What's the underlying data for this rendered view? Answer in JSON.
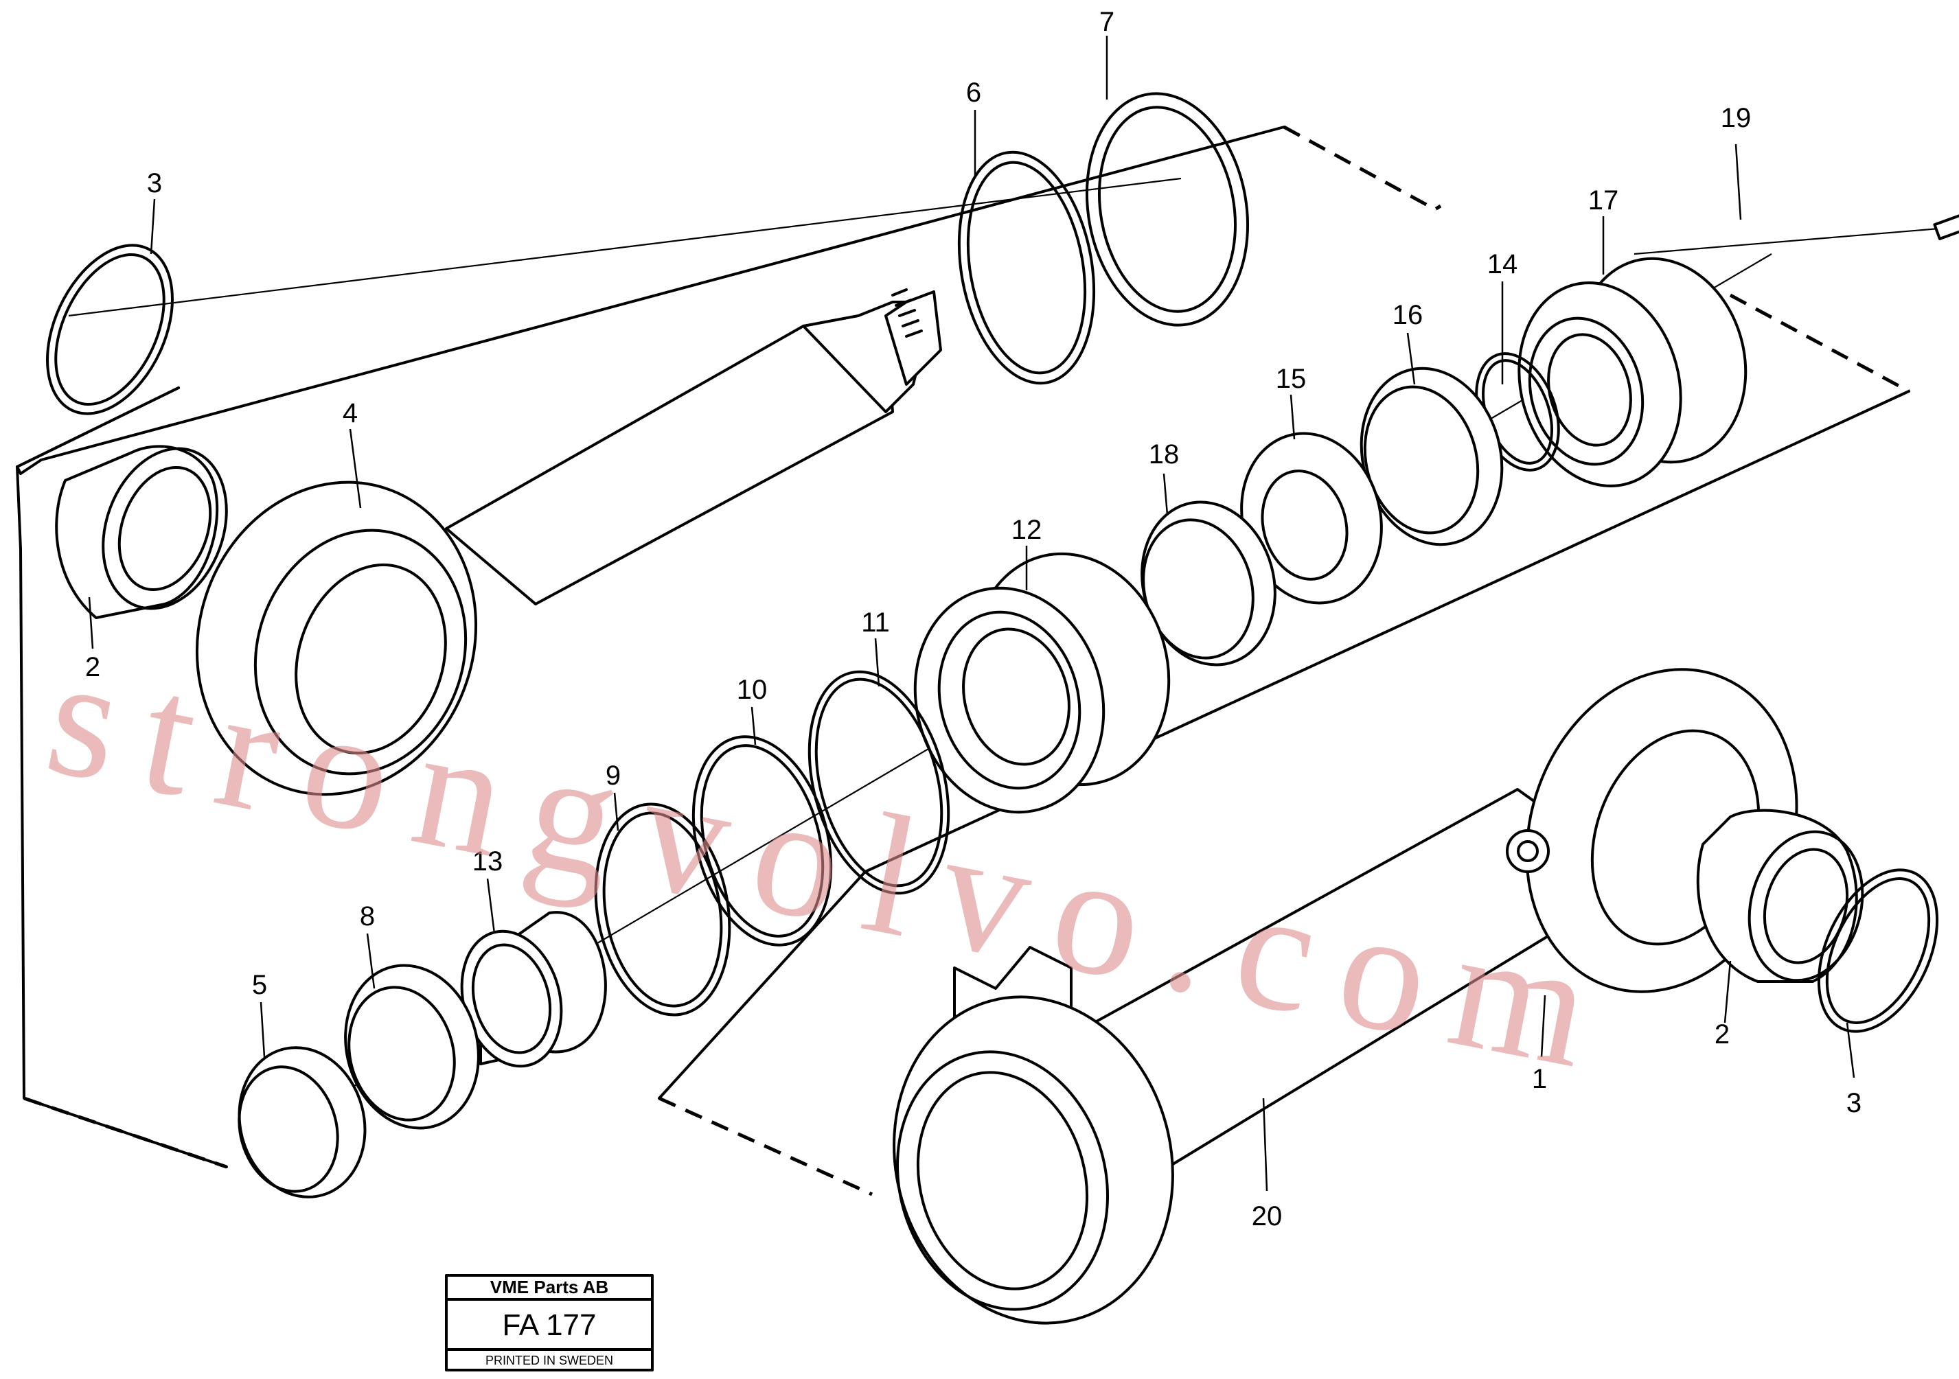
{
  "watermark": "strongvolvo.com",
  "callouts": {
    "c1": "1",
    "c2a": "2",
    "c2b": "2",
    "c3a": "3",
    "c3b": "3",
    "c4": "4",
    "c5": "5",
    "c6": "6",
    "c7": "7",
    "c8": "8",
    "c9": "9",
    "c10": "10",
    "c11": "11",
    "c12": "12",
    "c13": "13",
    "c14": "14",
    "c15": "15",
    "c16": "16",
    "c17": "17",
    "c18": "18",
    "c19": "19",
    "c20": "20"
  },
  "title_block": {
    "company": "VME Parts AB",
    "code": "FA 177",
    "printed": "PRINTED IN SWEDEN"
  }
}
